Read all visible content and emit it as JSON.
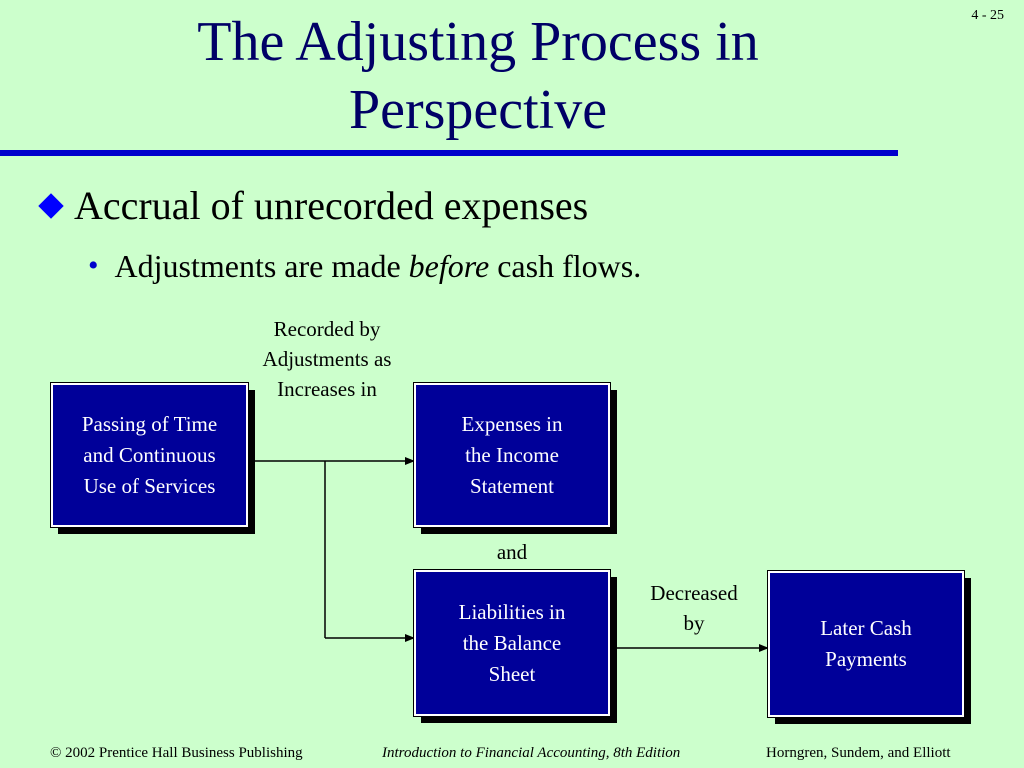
{
  "slide_number": "4 - 25",
  "title_line1": "The Adjusting Process in",
  "title_line2": "Perspective",
  "bullet1": "Accrual of unrecorded expenses",
  "bullet2": {
    "before": "Adjustments are made ",
    "emphasis": "before",
    "after": " cash flows."
  },
  "diagram": {
    "label_recorded": [
      "Recorded by",
      "Adjustments as",
      "Increases in"
    ],
    "box_passing": [
      "Passing of Time",
      "and Continuous",
      "Use of Services"
    ],
    "box_expenses": [
      "Expenses in",
      "the Income",
      "Statement"
    ],
    "label_and": "and",
    "box_liabilities": [
      "Liabilities in",
      "the Balance",
      "Sheet"
    ],
    "label_decreased": [
      "Decreased",
      "by"
    ],
    "box_cash": [
      "Later Cash",
      "Payments"
    ]
  },
  "footer": {
    "left": "© 2002 Prentice Hall Business Publishing",
    "center": "Introduction to Financial Accounting, 8th Edition",
    "right": "Horngren, Sundem, and Elliott"
  }
}
